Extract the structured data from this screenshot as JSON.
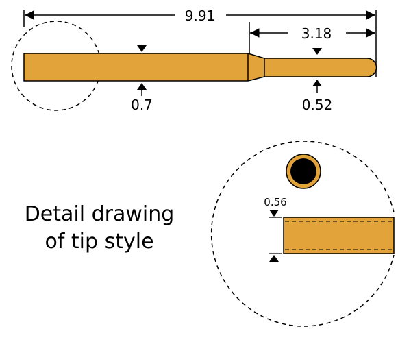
{
  "dimensions": {
    "overall_length": "9.91",
    "tip_length": "3.18",
    "body_diameter": "0.7",
    "tip_diameter": "0.52",
    "detail_diameter": "0.56"
  },
  "caption": {
    "line1": "Detail drawing",
    "line2": "of tip style"
  },
  "colors": {
    "pin_fill": "#E2A43A",
    "outline": "#000000",
    "background": "#FFFFFF"
  }
}
